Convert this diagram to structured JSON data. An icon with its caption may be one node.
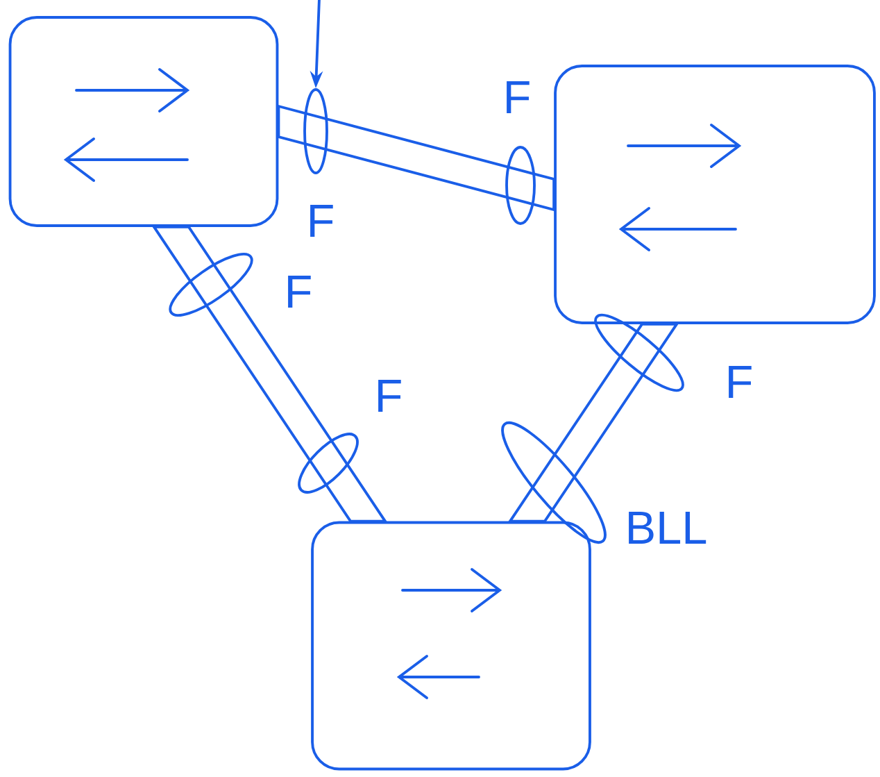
{
  "diagram": {
    "nodes": [
      {
        "text": [],
        "shape": "box"
      },
      {
        "text": [],
        "shape": "box"
      },
      {
        "text": [],
        "shape": "box"
      },
      {
        "text": [],
        "shape": "ellipse",
        "beside": [
          "F"
        ]
      },
      {
        "text": [],
        "shape": "ellipse",
        "beside": [
          "F"
        ]
      },
      {
        "text": [],
        "shape": "ellipse",
        "beside": [
          "F"
        ]
      },
      {
        "text": [],
        "shape": "ellipse",
        "beside": [
          "F"
        ]
      },
      {
        "text": [],
        "shape": "ellipse",
        "beside": [
          "F"
        ]
      },
      {
        "text": [],
        "shape": "ellipse",
        "beside": [
          "BLL"
        ]
      }
    ],
    "edges": [
      {
        "from": 0,
        "to": 1,
        "arrow": "none"
      },
      {
        "from": 0,
        "to": 2,
        "arrow": "none"
      },
      {
        "from": 1,
        "to": 2,
        "arrow": "none"
      },
      {
        "from": null,
        "to": 3,
        "arrow": "to"
      }
    ]
  }
}
